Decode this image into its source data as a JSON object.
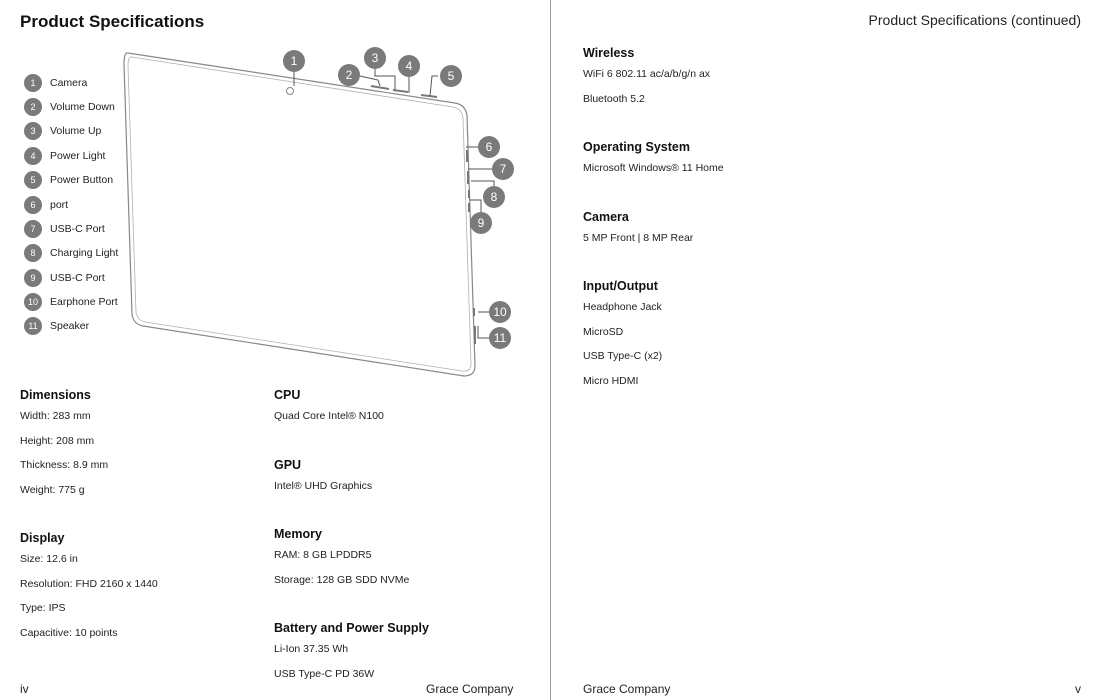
{
  "left_page": {
    "title": "Product Specifications",
    "legend": [
      {
        "num": "1",
        "label": "Camera"
      },
      {
        "num": "2",
        "label": "Volume Down"
      },
      {
        "num": "3",
        "label": "Volume Up"
      },
      {
        "num": "4",
        "label": "Power Light"
      },
      {
        "num": "5",
        "label": "Power Button"
      },
      {
        "num": "6",
        "label": "port"
      },
      {
        "num": "7",
        "label": "USB-C Port"
      },
      {
        "num": "8",
        "label": "Charging Light"
      },
      {
        "num": "9",
        "label": "USB-C Port"
      },
      {
        "num": "10",
        "label": "Earphone Port"
      },
      {
        "num": "11",
        "label": "Speaker"
      }
    ],
    "callouts": [
      "1",
      "2",
      "3",
      "4",
      "5",
      "6",
      "7",
      "8",
      "9",
      "10",
      "11"
    ],
    "specs": [
      {
        "heading": "Dimensions",
        "lines": [
          "Width: 283 mm",
          "Height: 208 mm",
          "Thickness: 8.9 mm",
          "Weight: 775 g"
        ]
      },
      {
        "heading": "Display",
        "lines": [
          "Size: 12.6 in",
          "Resolution: FHD 2160 x 1440",
          "Type: IPS",
          "Capacitive: 10 points"
        ]
      },
      {
        "heading": "CPU",
        "lines": [
          "Quad Core Intel® N100"
        ]
      },
      {
        "heading": "GPU",
        "lines": [
          "Intel® UHD Graphics"
        ]
      },
      {
        "heading": "Memory",
        "lines": [
          "RAM: 8 GB LPDDR5",
          "Storage: 128 GB SDD NVMe"
        ]
      },
      {
        "heading": "Battery and Power Supply",
        "lines": [
          "Li-Ion 37.35 Wh",
          "USB Type-C PD 36W"
        ]
      }
    ],
    "footer_page": "iv",
    "footer_company": "Grace Company"
  },
  "right_page": {
    "title": "Product Specifications (continued)",
    "specs": [
      {
        "heading": "Wireless",
        "lines": [
          "WiFi 6 802.11 ac/a/b/g/n ax",
          "Bluetooth 5.2"
        ]
      },
      {
        "heading": "Operating System",
        "lines": [
          "Microsoft Windows® 11 Home"
        ]
      },
      {
        "heading": "Camera",
        "lines": [
          "5 MP Front | 8 MP Rear"
        ]
      },
      {
        "heading": "Input/Output",
        "lines": [
          "Headphone Jack",
          "MicroSD",
          "USB Type-C (x2)",
          "Micro HDMI"
        ]
      }
    ],
    "footer_company": "Grace Company",
    "footer_page": "v"
  },
  "colors": {
    "badge": "#7a7a7a",
    "outline": "#888888",
    "divider": "#9a9a9a"
  }
}
